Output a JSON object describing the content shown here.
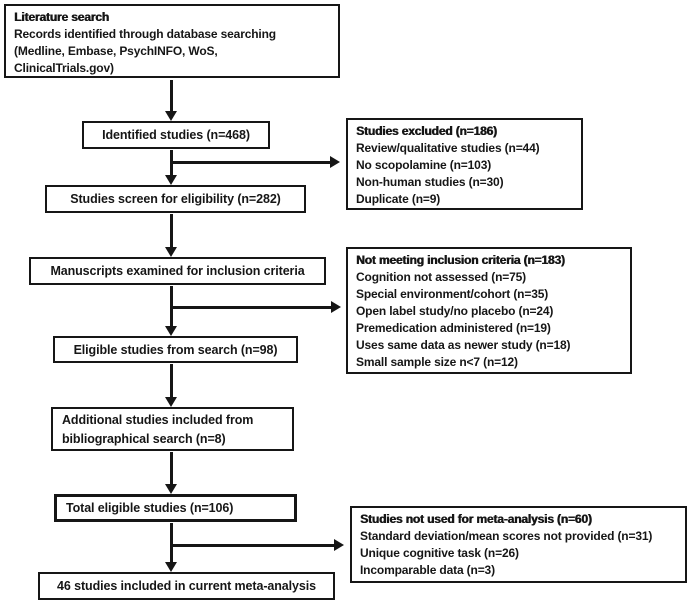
{
  "figure": {
    "type": "flowchart",
    "background_color": "#ffffff",
    "line_color": "#161616"
  },
  "boxes": {
    "literature": {
      "title": "Literature search",
      "lines": [
        "Records identified through database searching",
        "(Medline, Embase, PsychINFO, WoS,",
        "ClinicalTrials.gov)"
      ]
    },
    "identified": {
      "label": "Identified studies (n=468)"
    },
    "screened": {
      "label": "Studies screen for eligibility (n=282)"
    },
    "excluded": {
      "title": "Studies excluded (n=186)",
      "items": [
        "Review/qualitative studies (n=44)",
        "No scopolamine (n=103)",
        "Non-human studies (n=30)",
        "Duplicate (n=9)"
      ]
    },
    "manuscripts": {
      "label": "Manuscripts examined for inclusion criteria"
    },
    "not_meeting": {
      "title": "Not meeting inclusion criteria (n=183)",
      "items": [
        "Cognition not assessed (n=75)",
        "Special environment/cohort (n=35)",
        "Open label study/no placebo (n=24)",
        "Premedication administered (n=19)",
        "Uses same data as newer study (n=18)",
        "Small sample size n<7 (n=12)"
      ]
    },
    "eligible": {
      "label": "Eligible studies from search (n=98)"
    },
    "additional": {
      "label": "Additional studies included from bibliographical search (n=8)"
    },
    "total": {
      "label": "Total eligible studies (n=106)"
    },
    "not_used": {
      "title": "Studies not used for meta-analysis (n=60)",
      "items": [
        "Standard deviation/mean scores not provided (n=31)",
        "Unique cognitive task (n=26)",
        "Incomparable data (n=3)"
      ]
    },
    "final": {
      "label": "46 studies included in current meta-analysis"
    }
  }
}
